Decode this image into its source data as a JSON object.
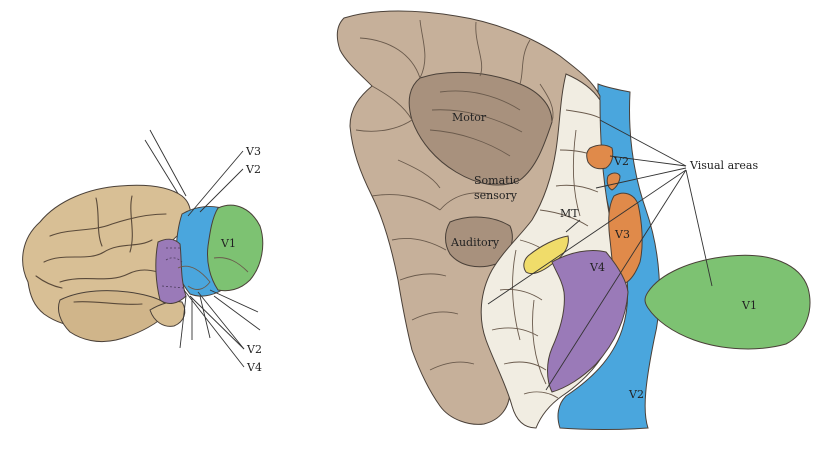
{
  "left_brain": {
    "labels": {
      "v3_top": "V3",
      "v2_top": "V2",
      "v1": "V1",
      "v2_bottom": "V2",
      "v4": "V4"
    }
  },
  "flatmap": {
    "labels": {
      "motor": "Motor",
      "somatic_line1": "Somatic",
      "somatic_line2": "sensory",
      "auditory": "Auditory",
      "mt": "MT",
      "v4": "V4",
      "v3": "V3",
      "v2_upper": "V2",
      "v2_lower": "V2",
      "v1": "V1",
      "visual_areas": "Visual areas"
    }
  },
  "colors": {
    "cortex_tan": "#c6b09a",
    "cortex_dark": "#a8917d",
    "visual_cream": "#f1ede2",
    "v1_green": "#7dc272",
    "v2_blue": "#4aa6dd",
    "v3_orange": "#e08a4a",
    "v4_purple": "#9a7ab8",
    "mt_yellow": "#f0dc6a",
    "brain_tan": "#d8bf95"
  }
}
